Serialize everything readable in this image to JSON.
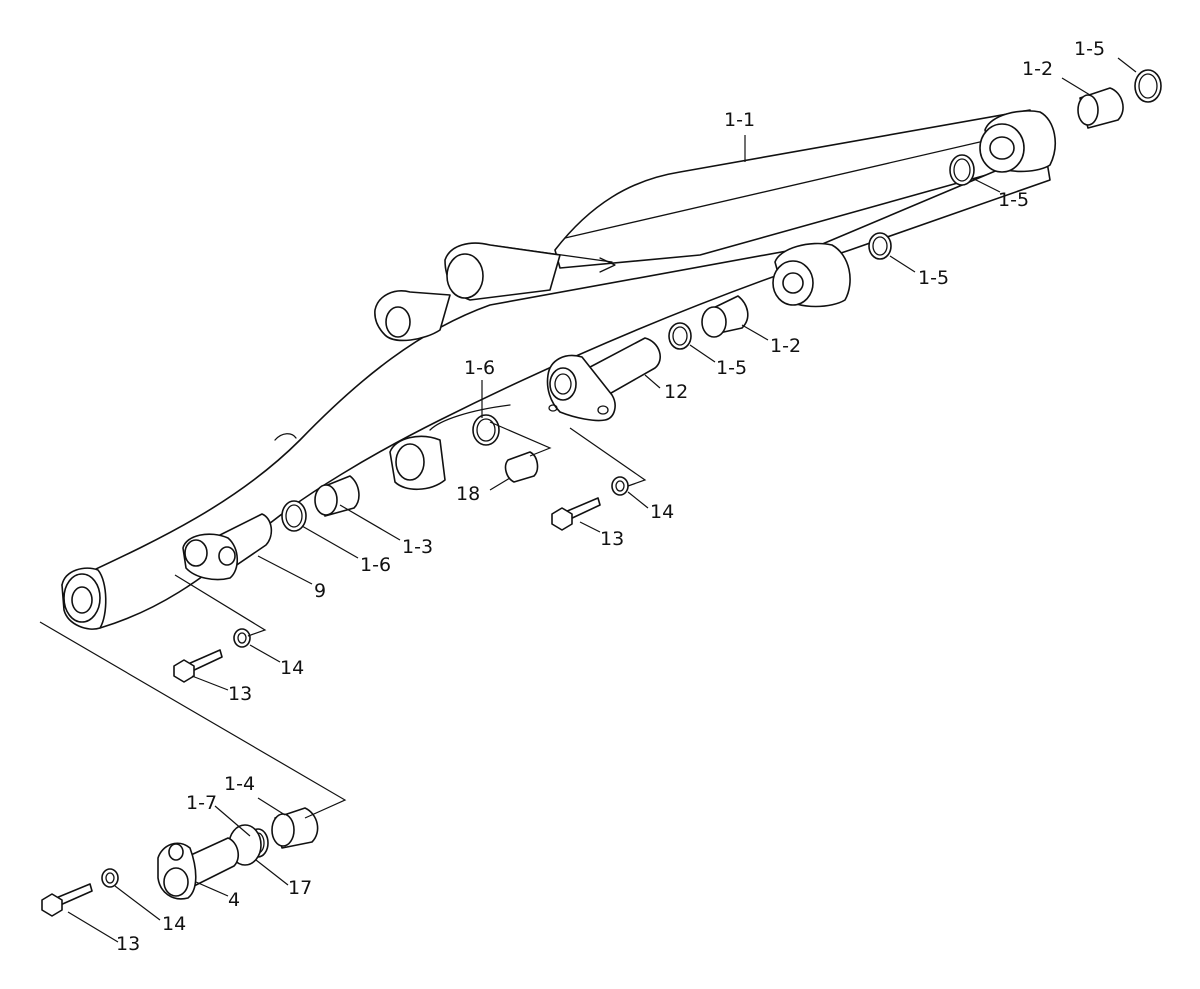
{
  "diagram": {
    "labels": {
      "l_1_1": "1-1",
      "l_1_2_top": "1-2",
      "l_1_5_top": "1-5",
      "l_1_5_upper": "1-5",
      "l_1_5_right": "1-5",
      "l_1_5_mid": "1-5",
      "l_1_2_mid": "1-2",
      "l_12": "12",
      "l_1_6_upper": "1-6",
      "l_18": "18",
      "l_14_mid": "14",
      "l_13_mid": "13",
      "l_1_3": "1-3",
      "l_1_6_lower": "1-6",
      "l_9": "9",
      "l_14_left": "14",
      "l_13_left": "13",
      "l_1_4": "1-4",
      "l_1_7": "1-7",
      "l_17": "17",
      "l_4": "4",
      "l_14_bottom": "14",
      "l_13_bottom": "13"
    }
  }
}
